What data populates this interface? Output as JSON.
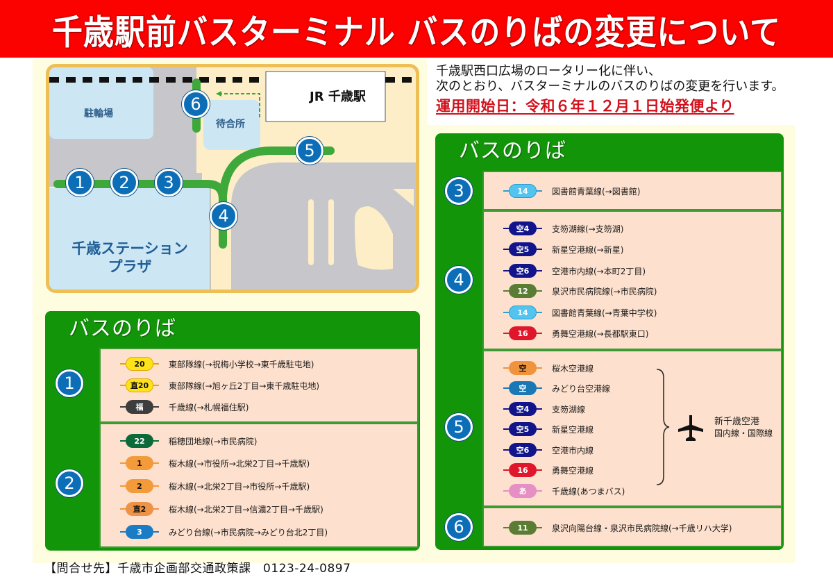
{
  "header": {
    "title": "千歳駅前バスターミナル バスのりばの変更について"
  },
  "map": {
    "labels": {
      "bicycle_parking": "駐輪場",
      "waiting_room": "待合所",
      "station": "JR 千歳駅",
      "plaza_line1": "千歳ステーション",
      "plaza_line2": "プラザ"
    },
    "stops": [
      "1",
      "2",
      "3",
      "4",
      "5",
      "6"
    ]
  },
  "intro": {
    "line1": "千歳駅西口広場のロータリー化に伴い、",
    "line2": "次のとおり、バスターミナルのバスのりばの変更を行います。",
    "start_date": "運用開始日：令和６年１２月１日始発便より"
  },
  "left_panel": {
    "heading": "バスのりば",
    "stops": [
      {
        "number": "1",
        "routes": [
          {
            "badge": "20",
            "bg": "#ffe31a",
            "fg": "#111111",
            "border": "#e0a800",
            "text": "東部隊線(→祝梅小学校→東千歳駐屯地)"
          },
          {
            "badge": "直20",
            "bg": "#ffe31a",
            "fg": "#111111",
            "border": "#e0a800",
            "text": "東部隊線(→旭ヶ丘2丁目→東千歳駐屯地)"
          },
          {
            "badge": "福",
            "bg": "#3d3d3d",
            "fg": "#ffffff",
            "border": "#3d3d3d",
            "text": "千歳線(→札幌福住駅)"
          }
        ]
      },
      {
        "number": "2",
        "routes": [
          {
            "badge": "22",
            "bg": "#0c6a3a",
            "fg": "#ffffff",
            "border": "#0c6a3a",
            "text": "稲穂団地線(→市民病院)"
          },
          {
            "badge": "1",
            "bg": "#f39a3a",
            "fg": "#111111",
            "border": "#f39a3a",
            "text": "桜木線(→市役所→北栄2丁目→千歳駅)"
          },
          {
            "badge": "2",
            "bg": "#f39a3a",
            "fg": "#111111",
            "border": "#f39a3a",
            "text": "桜木線(→北栄2丁目→市役所→千歳駅)"
          },
          {
            "badge": "直2",
            "bg": "#ee9245",
            "fg": "#111111",
            "border": "#ee9245",
            "text": "桜木線(→北栄2丁目→信濃2丁目→千歳駅)"
          },
          {
            "badge": "3",
            "bg": "#1a7cc4",
            "fg": "#ffffff",
            "border": "#1a7cc4",
            "text": "みどり台線(→市民病院→みどり台北2丁目)"
          }
        ]
      }
    ]
  },
  "right_panel": {
    "heading": "バスのりば",
    "stops": [
      {
        "number": "3",
        "routes": [
          {
            "badge": "14",
            "bg": "#52c4ef",
            "fg": "#ffffff",
            "border": "#2a9fd0",
            "text": "図書館青葉線(→図書館)"
          }
        ]
      },
      {
        "number": "4",
        "routes": [
          {
            "badge": "空4",
            "bg": "#11148a",
            "fg": "#ffffff",
            "border": "#11148a",
            "text": "支笏湖線(→支笏湖)"
          },
          {
            "badge": "空5",
            "bg": "#11148a",
            "fg": "#ffffff",
            "border": "#11148a",
            "text": "新星空港線(→新星)"
          },
          {
            "badge": "空6",
            "bg": "#11148a",
            "fg": "#ffffff",
            "border": "#11148a",
            "text": "空港市内線(→本町2丁目)"
          },
          {
            "badge": "12",
            "bg": "#5b7d33",
            "fg": "#ffffff",
            "border": "#5b7d33",
            "text": "泉沢市民病院線(→市民病院)"
          },
          {
            "badge": "14",
            "bg": "#52c4ef",
            "fg": "#ffffff",
            "border": "#2a9fd0",
            "text": "図書館青葉線(→青葉中学校)"
          },
          {
            "badge": "16",
            "bg": "#e0162b",
            "fg": "#ffffff",
            "border": "#e0162b",
            "text": "勇舞空港線(→長都駅東口)"
          }
        ]
      },
      {
        "number": "5",
        "routes": [
          {
            "badge": "空",
            "bg": "#ef933d",
            "fg": "#111111",
            "border": "#ef933d",
            "text": "桜木空港線"
          },
          {
            "badge": "空",
            "bg": "#1a78b4",
            "fg": "#ffffff",
            "border": "#1a78b4",
            "text": "みどり台空港線"
          },
          {
            "badge": "空4",
            "bg": "#11148a",
            "fg": "#ffffff",
            "border": "#11148a",
            "text": "支笏湖線"
          },
          {
            "badge": "空5",
            "bg": "#11148a",
            "fg": "#ffffff",
            "border": "#11148a",
            "text": "新星空港線"
          },
          {
            "badge": "空6",
            "bg": "#11148a",
            "fg": "#ffffff",
            "border": "#11148a",
            "text": "空港市内線"
          },
          {
            "badge": "16",
            "bg": "#e0162b",
            "fg": "#ffffff",
            "border": "#e0162b",
            "text": "勇舞空港線"
          },
          {
            "badge": "あ",
            "bg": "#e58fc4",
            "fg": "#ffffff",
            "border": "#e58fc4",
            "text": "千歳線(あつまバス)"
          }
        ],
        "destination": {
          "icon": "airplane-icon",
          "line1": "新千歳空港",
          "line2": "国内線・国際線"
        }
      },
      {
        "number": "6",
        "routes": [
          {
            "badge": "11",
            "bg": "#5b7d33",
            "fg": "#ffffff",
            "border": "#5b7d33",
            "text": "泉沢向陽台線・泉沢市民病院線(→千歳リハ大学)"
          }
        ]
      }
    ]
  },
  "footer": {
    "contact": "【問合せ先】千歳市企画部交通政策課　0123-24-0897"
  },
  "colors": {
    "title_red": "#fb0100",
    "panel_green": "#129509",
    "stop_blue": "#0d6eb8",
    "route_bg": "#fde0cd",
    "page_bg": "#fffde0",
    "map_border": "#eebf55"
  }
}
